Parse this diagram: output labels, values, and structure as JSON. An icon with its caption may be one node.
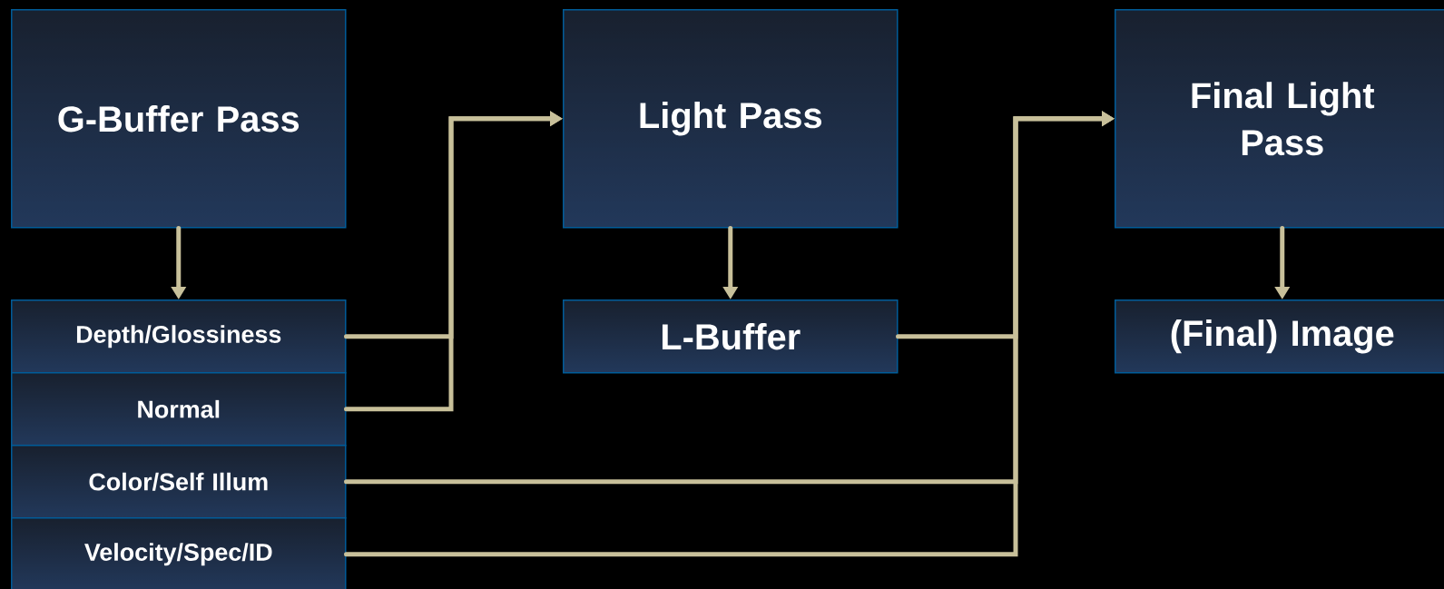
{
  "diagram": {
    "nodes": [
      {
        "text": [
          "G-Buffer Pass"
        ]
      },
      {
        "text": [
          "Depth/Glossiness"
        ]
      },
      {
        "text": [
          "Normal"
        ]
      },
      {
        "text": [
          "Color/Self Illum"
        ]
      },
      {
        "text": [
          "Velocity/Spec/ID"
        ]
      },
      {
        "text": [
          "Light Pass"
        ]
      },
      {
        "text": [
          "L-Buffer"
        ]
      },
      {
        "text": [
          "Final Light Pass"
        ]
      },
      {
        "text": [
          "(Final) Image"
        ]
      }
    ],
    "edges": [
      {
        "from": 0,
        "to": 1,
        "arrow": "to"
      },
      {
        "from": 1,
        "to": 5,
        "arrow": "to"
      },
      {
        "from": 2,
        "to": 5,
        "arrow": "to"
      },
      {
        "from": 5,
        "to": 6,
        "arrow": "to"
      },
      {
        "from": 6,
        "to": 7,
        "arrow": "to"
      },
      {
        "from": 3,
        "to": 7,
        "arrow": "to"
      },
      {
        "from": 4,
        "to": 7,
        "arrow": "to"
      },
      {
        "from": 7,
        "to": 8,
        "arrow": "to"
      }
    ]
  }
}
